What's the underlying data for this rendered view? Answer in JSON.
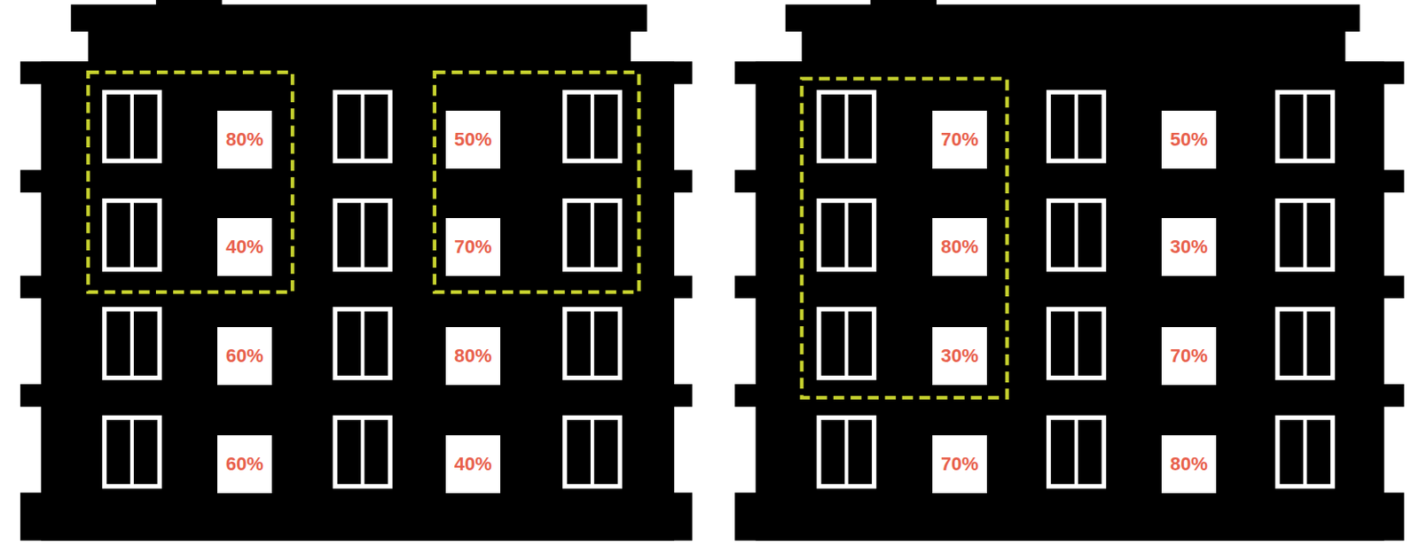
{
  "diagram": {
    "nodes": [
      {
        "text": [
          "80%"
        ]
      },
      {
        "text": [
          "50%"
        ]
      },
      {
        "text": [
          "40%"
        ]
      },
      {
        "text": [
          "70%"
        ]
      },
      {
        "text": [
          "60%"
        ]
      },
      {
        "text": [
          "80%"
        ]
      },
      {
        "text": [
          "60%"
        ]
      },
      {
        "text": [
          "40%"
        ]
      },
      {
        "text": [
          "70%"
        ]
      },
      {
        "text": [
          "50%"
        ]
      },
      {
        "text": [
          "80%"
        ]
      },
      {
        "text": [
          "30%"
        ]
      },
      {
        "text": [
          "30%"
        ]
      },
      {
        "text": [
          "70%"
        ]
      },
      {
        "text": [
          "70%"
        ]
      },
      {
        "text": [
          "80%"
        ]
      }
    ]
  }
}
